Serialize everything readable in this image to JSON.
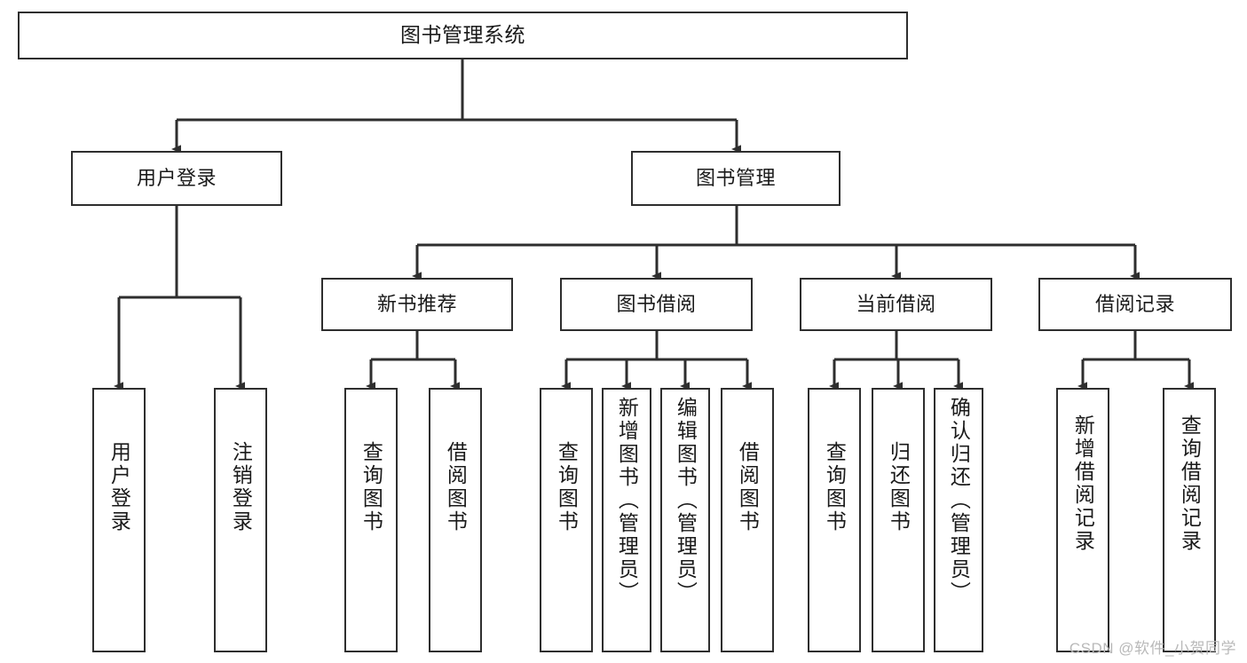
{
  "diagram": {
    "title_node": {
      "label": "图书管理系统"
    },
    "level2": [
      {
        "id": "user-login",
        "label": "用户登录"
      },
      {
        "id": "book-manage",
        "label": "图书管理"
      }
    ],
    "level3": [
      {
        "id": "new-book-recommend",
        "label": "新书推荐"
      },
      {
        "id": "book-borrow",
        "label": "图书借阅"
      },
      {
        "id": "current-borrow",
        "label": "当前借阅"
      },
      {
        "id": "borrow-record",
        "label": "借阅记录"
      }
    ],
    "leaves": {
      "user_login": [
        {
          "id": "leaf-user-login",
          "label": "用户登录"
        },
        {
          "id": "leaf-logout-login",
          "label": "注销登录"
        }
      ],
      "new_book_recommend": [
        {
          "id": "leaf-query-book-1",
          "label": "查询图书"
        },
        {
          "id": "leaf-borrow-book-1",
          "label": "借阅图书"
        }
      ],
      "book_borrow": [
        {
          "id": "leaf-query-book-2",
          "label": "查询图书"
        },
        {
          "id": "leaf-add-book-admin",
          "label": "新增图书（管理员）"
        },
        {
          "id": "leaf-edit-book-admin",
          "label": "编辑图书（管理员）"
        },
        {
          "id": "leaf-borrow-book-2",
          "label": "借阅图书"
        }
      ],
      "current_borrow": [
        {
          "id": "leaf-query-book-3",
          "label": "查询图书"
        },
        {
          "id": "leaf-return-book",
          "label": "归还图书"
        },
        {
          "id": "leaf-confirm-return-admin",
          "label": "确认归还（管理员）"
        }
      ],
      "borrow_record": [
        {
          "id": "leaf-add-borrow-record",
          "label": "新增借阅记录"
        },
        {
          "id": "leaf-query-borrow-record",
          "label": "查询借阅记录"
        }
      ]
    },
    "watermark": "CSDN @软件_小贺同学",
    "colors": {
      "stroke": "#2e2e2e",
      "fill": "#ffffff",
      "text": "#1a1a1a",
      "watermark": "#b9b9b9"
    }
  }
}
